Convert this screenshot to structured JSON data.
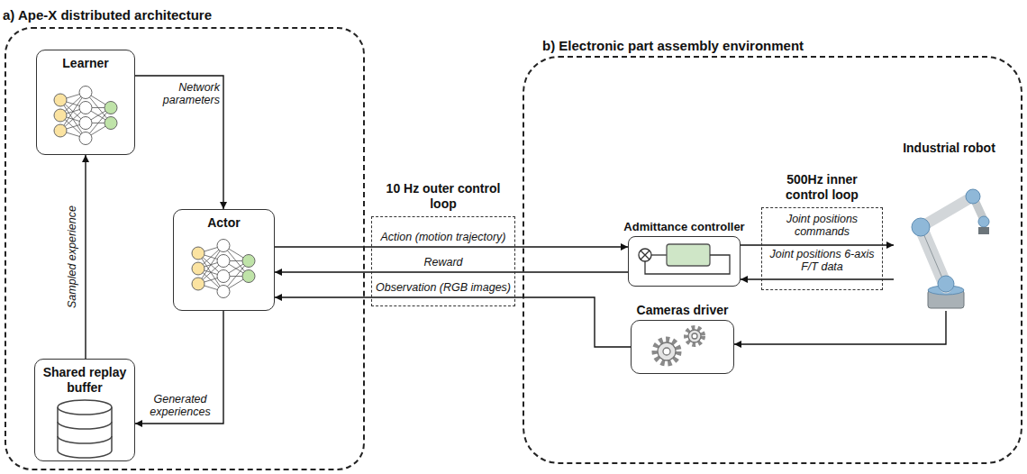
{
  "diagram": {
    "nodes": [
      {
        "text": [
          "a) Ape-X distributed architecture"
        ]
      },
      {
        "text": [
          "Learner"
        ],
        "in": 0
      },
      {
        "text": [
          "Actor"
        ],
        "in": 0
      },
      {
        "text": [
          "Shared replay buffer"
        ],
        "in": 0
      },
      {
        "text": [
          "10 Hz outer control loop"
        ]
      },
      {
        "text": [
          "b) Electronic part assembly environment"
        ]
      },
      {
        "text": [
          "Admittance controller"
        ],
        "in": 5
      },
      {
        "text": [
          "500Hz inner control loop"
        ],
        "in": 5
      },
      {
        "text": [
          "Industrial robot"
        ],
        "in": 5
      },
      {
        "text": [
          "Cameras driver"
        ],
        "in": 5
      }
    ],
    "edges": [
      {
        "from": 1,
        "to": 2,
        "label": "Network parameters",
        "arrow": "to"
      },
      {
        "from": 3,
        "to": 1,
        "label": "Sampled experience",
        "arrow": "to"
      },
      {
        "from": 2,
        "to": 3,
        "label": "Generated experiences",
        "arrow": "to"
      },
      {
        "from": 2,
        "to": 6,
        "label": "Action (motion trajectory)",
        "arrow": "to"
      },
      {
        "from": 6,
        "to": 2,
        "label": "Reward",
        "arrow": "to"
      },
      {
        "from": 9,
        "to": 2,
        "label": "Observation (RGB images)",
        "arrow": "to"
      },
      {
        "from": 6,
        "to": 8,
        "label": "Joint positions commands",
        "arrow": "to"
      },
      {
        "from": 8,
        "to": 6,
        "label": "Joint positions 6-axis F/T data",
        "arrow": "to"
      },
      {
        "from": 8,
        "to": 9,
        "arrow": "to"
      }
    ]
  }
}
